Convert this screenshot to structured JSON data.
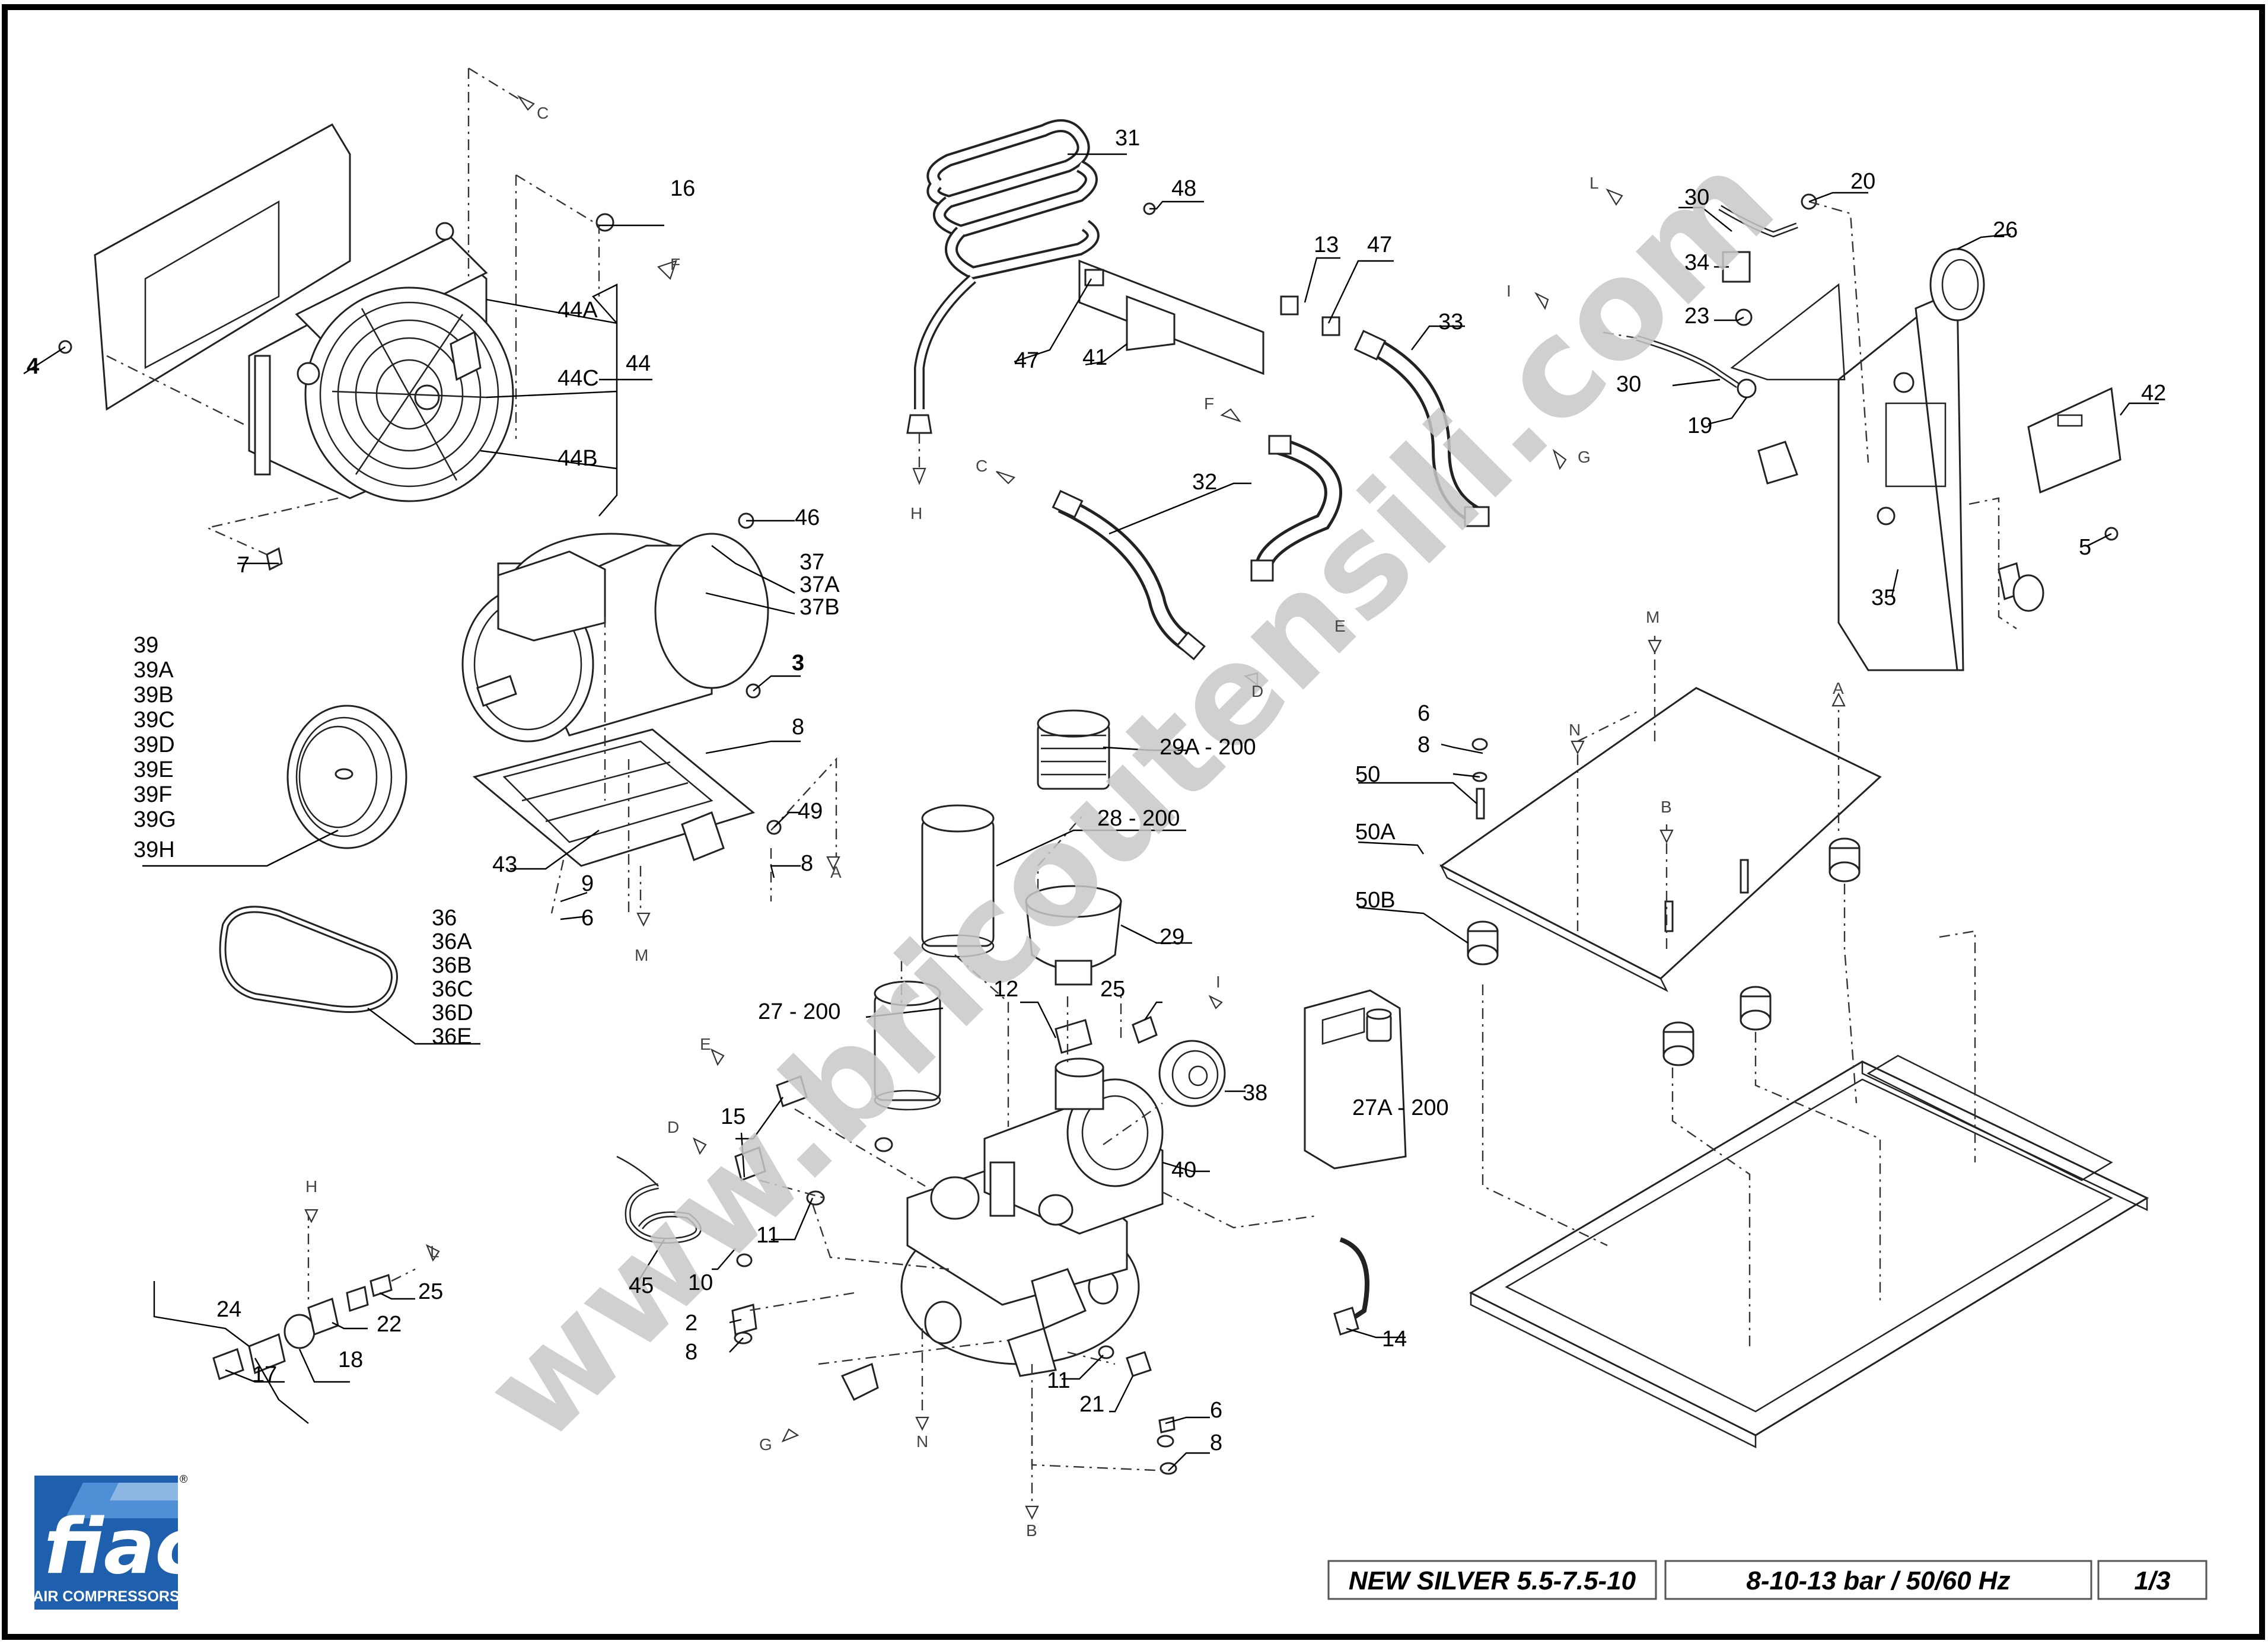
{
  "watermark": "www.bricoutensili.com",
  "title_block": {
    "model": "NEW SILVER 5.5-7.5-10",
    "spec": "8-10-13 bar / 50/60 Hz",
    "sheet": "1/3"
  },
  "logo": {
    "brand": "fiac",
    "tagline": "AIR COMPRESSORS",
    "registered": "®"
  },
  "part_labels": [
    {
      "id": "l-4",
      "text": "4"
    },
    {
      "id": "l-7",
      "text": "7"
    },
    {
      "id": "l-16",
      "text": "16"
    },
    {
      "id": "l-44A",
      "text": "44A"
    },
    {
      "id": "l-44C",
      "text": "44C"
    },
    {
      "id": "l-44B",
      "text": "44B"
    },
    {
      "id": "l-44",
      "text": "44"
    },
    {
      "id": "l-31",
      "text": "31"
    },
    {
      "id": "l-48",
      "text": "48"
    },
    {
      "id": "l-13",
      "text": "13"
    },
    {
      "id": "l-47a",
      "text": "47"
    },
    {
      "id": "l-47b",
      "text": "47"
    },
    {
      "id": "l-41",
      "text": "41"
    },
    {
      "id": "l-33",
      "text": "33"
    },
    {
      "id": "l-32",
      "text": "32"
    },
    {
      "id": "l-30a",
      "text": "30"
    },
    {
      "id": "l-20",
      "text": "20"
    },
    {
      "id": "l-34",
      "text": "34"
    },
    {
      "id": "l-23",
      "text": "23"
    },
    {
      "id": "l-30b",
      "text": "30"
    },
    {
      "id": "l-19",
      "text": "19"
    },
    {
      "id": "l-26",
      "text": "26"
    },
    {
      "id": "l-42",
      "text": "42"
    },
    {
      "id": "l-5",
      "text": "5"
    },
    {
      "id": "l-35",
      "text": "35"
    },
    {
      "id": "l-46",
      "text": "46"
    },
    {
      "id": "l-37",
      "text": "37"
    },
    {
      "id": "l-37A",
      "text": "37A"
    },
    {
      "id": "l-37B",
      "text": "37B"
    },
    {
      "id": "l-39",
      "text": "39"
    },
    {
      "id": "l-39A",
      "text": "39A"
    },
    {
      "id": "l-39B",
      "text": "39B"
    },
    {
      "id": "l-39C",
      "text": "39C"
    },
    {
      "id": "l-39D",
      "text": "39D"
    },
    {
      "id": "l-39E",
      "text": "39E"
    },
    {
      "id": "l-39F",
      "text": "39F"
    },
    {
      "id": "l-39G",
      "text": "39G"
    },
    {
      "id": "l-39H",
      "text": "39H"
    },
    {
      "id": "l-3",
      "text": "3"
    },
    {
      "id": "l-8a",
      "text": "8"
    },
    {
      "id": "l-49",
      "text": "49"
    },
    {
      "id": "l-8b",
      "text": "8"
    },
    {
      "id": "l-43",
      "text": "43"
    },
    {
      "id": "l-9",
      "text": "9"
    },
    {
      "id": "l-6a",
      "text": "6"
    },
    {
      "id": "l-36",
      "text": "36"
    },
    {
      "id": "l-36A",
      "text": "36A"
    },
    {
      "id": "l-36B",
      "text": "36B"
    },
    {
      "id": "l-36C",
      "text": "36C"
    },
    {
      "id": "l-36D",
      "text": "36D"
    },
    {
      "id": "l-36E",
      "text": "36E"
    },
    {
      "id": "l-29A",
      "text": "29A - 200"
    },
    {
      "id": "l-28",
      "text": "28 - 200"
    },
    {
      "id": "l-29",
      "text": "29"
    },
    {
      "id": "l-27",
      "text": "27 - 200"
    },
    {
      "id": "l-12",
      "text": "12"
    },
    {
      "id": "l-25a",
      "text": "25"
    },
    {
      "id": "l-38",
      "text": "38"
    },
    {
      "id": "l-40",
      "text": "40"
    },
    {
      "id": "l-15",
      "text": "15"
    },
    {
      "id": "l-11a",
      "text": "11"
    },
    {
      "id": "l-45",
      "text": "45"
    },
    {
      "id": "l-10",
      "text": "10"
    },
    {
      "id": "l-2",
      "text": "2"
    },
    {
      "id": "l-8c",
      "text": "8"
    },
    {
      "id": "l-11b",
      "text": "11"
    },
    {
      "id": "l-21",
      "text": "21"
    },
    {
      "id": "l-14",
      "text": "14"
    },
    {
      "id": "l-6b",
      "text": "6"
    },
    {
      "id": "l-8d",
      "text": "8"
    },
    {
      "id": "l-27A",
      "text": "27A - 200"
    },
    {
      "id": "l-6c",
      "text": "6"
    },
    {
      "id": "l-8e",
      "text": "8"
    },
    {
      "id": "l-50",
      "text": "50"
    },
    {
      "id": "l-50A",
      "text": "50A"
    },
    {
      "id": "l-50B",
      "text": "50B"
    },
    {
      "id": "l-24",
      "text": "24"
    },
    {
      "id": "l-17",
      "text": "17"
    },
    {
      "id": "l-18",
      "text": "18"
    },
    {
      "id": "l-22",
      "text": "22"
    },
    {
      "id": "l-25b",
      "text": "25"
    }
  ],
  "connection_letters": [
    {
      "id": "c-C1",
      "text": "C"
    },
    {
      "id": "c-F1",
      "text": "F"
    },
    {
      "id": "c-H1",
      "text": "H"
    },
    {
      "id": "c-C2",
      "text": "C"
    },
    {
      "id": "c-F2",
      "text": "F"
    },
    {
      "id": "c-G1",
      "text": "G"
    },
    {
      "id": "c-E1",
      "text": "E"
    },
    {
      "id": "c-D1",
      "text": "D"
    },
    {
      "id": "c-L1",
      "text": "L"
    },
    {
      "id": "c-I1",
      "text": "I"
    },
    {
      "id": "c-A1",
      "text": "A"
    },
    {
      "id": "c-M1",
      "text": "M"
    },
    {
      "id": "c-M2",
      "text": "M"
    },
    {
      "id": "c-N1",
      "text": "N"
    },
    {
      "id": "c-B1",
      "text": "B"
    },
    {
      "id": "c-A2",
      "text": "A"
    },
    {
      "id": "c-I2",
      "text": "I"
    },
    {
      "id": "c-E2",
      "text": "E"
    },
    {
      "id": "c-D2",
      "text": "D"
    },
    {
      "id": "c-H2",
      "text": "H"
    },
    {
      "id": "c-L2",
      "text": "L"
    },
    {
      "id": "c-G2",
      "text": "G"
    },
    {
      "id": "c-N2",
      "text": "N"
    },
    {
      "id": "c-B2",
      "text": "B"
    }
  ]
}
